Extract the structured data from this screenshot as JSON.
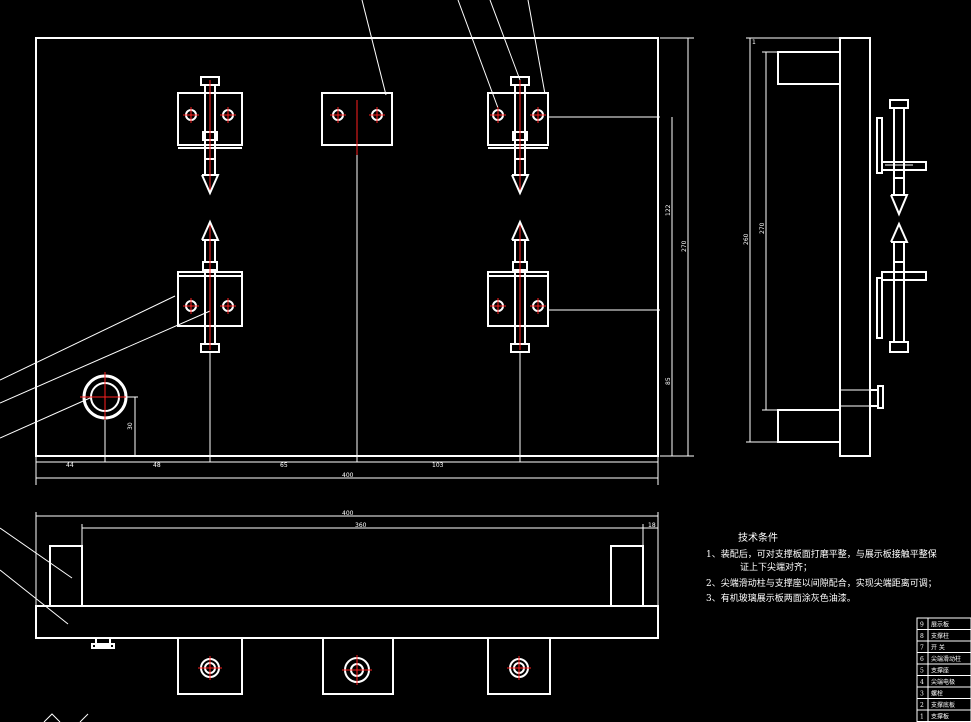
{
  "dimensions": {
    "top_total": "400",
    "seg1": "44",
    "seg2": "48",
    "seg3": "65",
    "seg4": "103",
    "hole_y": "30",
    "right_total": "270",
    "right_upper": "122",
    "right_lower": "85",
    "front_total": "400",
    "front_inner": "360",
    "front_end": "18",
    "side_total": "260",
    "side_inner": "270"
  },
  "notes": {
    "title": "技术条件",
    "line1": "1、装配后，可对支撑板面打磨平整，与展示板接触平整保",
    "line1b": "证上下尖端对齐；",
    "line2": "2、尖端滑动柱与支撑座以间隙配合，实现尖端距离可调；",
    "line3": "3、有机玻璃展示板两面涂灰色油漆。"
  },
  "bom": {
    "rows": [
      {
        "no": "9",
        "name": "展示板"
      },
      {
        "no": "8",
        "name": "支撑柱"
      },
      {
        "no": "7",
        "name": "开 关"
      },
      {
        "no": "6",
        "name": "尖端滑动柱"
      },
      {
        "no": "5",
        "name": "支撑座"
      },
      {
        "no": "4",
        "name": "尖端电极"
      },
      {
        "no": "3",
        "name": "螺栓"
      },
      {
        "no": "2",
        "name": "支撑底板"
      },
      {
        "no": "1",
        "name": "支撑板"
      }
    ]
  }
}
